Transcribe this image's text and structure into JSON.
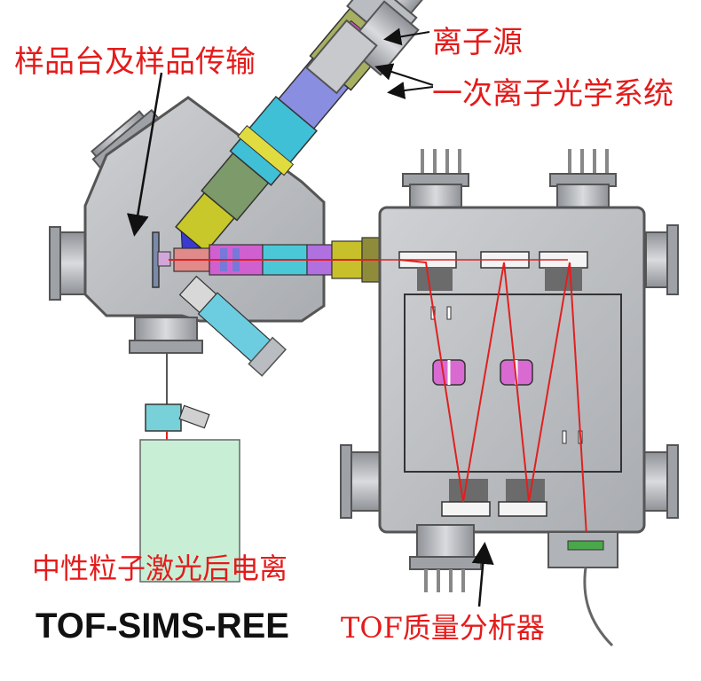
{
  "labels": {
    "ion_source": "离子源",
    "primary_ion_optics": "一次离子光学系统",
    "sample_stage": "样品台及样品传输",
    "laser_post_ionization": "中性粒子激光后电离",
    "tof_analyzer": "TOF质量分析器",
    "instrument_name": "TOF-SIMS-REE"
  },
  "colors": {
    "label_red": "#e41b1b",
    "chamber_grey": "#b9bcc0",
    "beam_red": "#e02020",
    "laser_box_green": "#c8efd6"
  }
}
